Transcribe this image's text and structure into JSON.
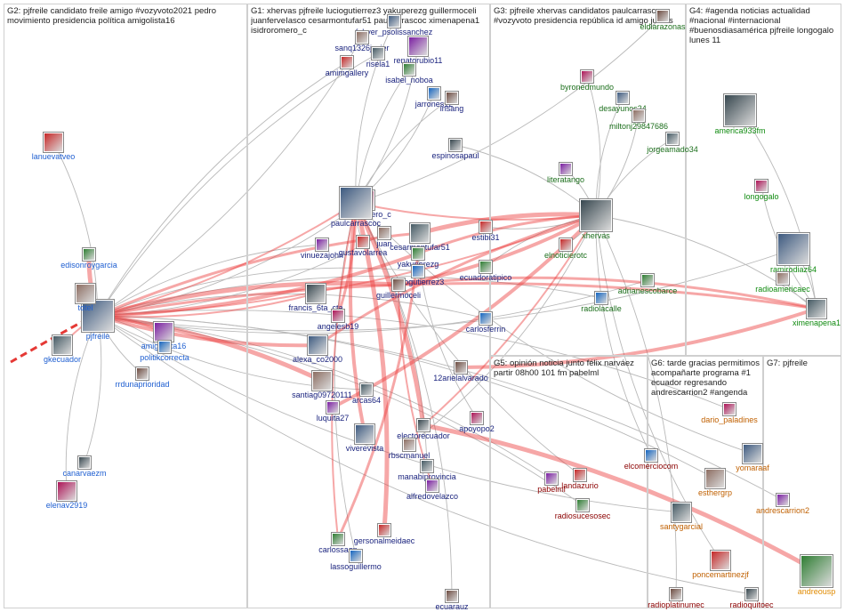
{
  "groups": [
    {
      "id": "G2",
      "label": "G2: pjfreile candidato freile amigo #vozyvoto2021 pedro movimiento presidencia política amigolista16",
      "color": "#1f5fd1"
    },
    {
      "id": "G1",
      "label": "G1: xhervas pjfreile luciogutierrez3 yakuperezg guillermoceli juanferveIasco cesarmontufar51 paulcarrascoc ximenapena1 isidroromero_c",
      "color": "#1a237e"
    },
    {
      "id": "G3",
      "label": "G3: pjfreile xhervas candidatos paulcarrascoc #vozyvoto presidencia república id amigo juntos",
      "color": "#1b6e1b"
    },
    {
      "id": "G4",
      "label": "G4: #agenda noticias actualidad #nacional #internacional #buenosdiasamérica pjfreile longogalo lunes 11",
      "color": "#0f8a0f"
    },
    {
      "id": "G5",
      "label": "G5: opinión noticia junto félix narváez partir 08h00 101 fm pabelml",
      "color": "#8b0000"
    },
    {
      "id": "G6",
      "label": "G6: tarde gracias permitimos acompañarte programa #1 ecuador regresando andrescarrion2 #angenda",
      "color": "#c06000"
    },
    {
      "id": "G7",
      "label": "G7: pjfreile",
      "color": "#e08a00"
    }
  ],
  "nodes": [
    {
      "id": "pjfreile",
      "label": "pjfreile",
      "group": "G2"
    },
    {
      "id": "totel",
      "label": "totel",
      "group": "G2"
    },
    {
      "id": "gkecuador",
      "label": "gkecuador",
      "group": "G2"
    },
    {
      "id": "amigolista16",
      "label": "amigolista16",
      "group": "G2"
    },
    {
      "id": "lanuevatveo",
      "label": "lanuevatveo",
      "group": "G2"
    },
    {
      "id": "edisonroygarcia",
      "label": "edisonroygarcia",
      "group": "G2"
    },
    {
      "id": "politikcorrecta",
      "label": "politikcorrecta",
      "group": "G2"
    },
    {
      "id": "rrdunaprioridad",
      "label": "rrdunaprioridad",
      "group": "G2"
    },
    {
      "id": "canarvaezm",
      "label": "canarvaezm",
      "group": "G2"
    },
    {
      "id": "elenav2919",
      "label": "elenav2919",
      "group": "G2"
    },
    {
      "id": "fabyer",
      "label": "fabyer_psolissanchez",
      "group": "G1"
    },
    {
      "id": "sanq1326javier",
      "label": "sanq1326javier",
      "group": "G1"
    },
    {
      "id": "risela1",
      "label": "risela1",
      "group": "G1"
    },
    {
      "id": "renatorubio11",
      "label": "renatorubio11",
      "group": "G1"
    },
    {
      "id": "amimgallery",
      "label": "amimgallery",
      "group": "G1"
    },
    {
      "id": "isabel_noboa",
      "label": "isabel_noboa",
      "group": "G1"
    },
    {
      "id": "jarrones12",
      "label": "jarrones12",
      "group": "G1"
    },
    {
      "id": "insang",
      "label": "insang",
      "group": "G1"
    },
    {
      "id": "espinosapaul",
      "label": "espinosapaul",
      "group": "G1"
    },
    {
      "id": "isidroromero_c",
      "label": "isidroromero_c",
      "group": "G1"
    },
    {
      "id": "paulcarrascoc",
      "label": "paulcarrascoc",
      "group": "G1"
    },
    {
      "id": "juanferveiasco",
      "label": "juan",
      "group": "G1"
    },
    {
      "id": "cesarmontufar51",
      "label": "cesarmontufar51",
      "group": "G1"
    },
    {
      "id": "vinuezajohn",
      "label": "vinuezajohn",
      "group": "G1"
    },
    {
      "id": "gustavolarrea",
      "label": "gustavolarrea",
      "group": "G1"
    },
    {
      "id": "yakuperezg",
      "label": "yakuperezg",
      "group": "G1"
    },
    {
      "id": "luciogutierrez3",
      "label": "luciogutierrez3",
      "group": "G1"
    },
    {
      "id": "guillermoceli",
      "label": "guillermoceli",
      "group": "G1"
    },
    {
      "id": "francis_6ta_cta",
      "label": "francis_6ta_cta",
      "group": "G1"
    },
    {
      "id": "angelesb19",
      "label": "angelesb19",
      "group": "G1"
    },
    {
      "id": "alexa_co2000",
      "label": "alexa_co2000",
      "group": "G1"
    },
    {
      "id": "santiag09720111",
      "label": "santiag09720111",
      "group": "G1"
    },
    {
      "id": "arcas64",
      "label": "arcas64",
      "group": "G1"
    },
    {
      "id": "luquita27",
      "label": "luquita27",
      "group": "G1"
    },
    {
      "id": "estibi31",
      "label": "estibi31",
      "group": "G1"
    },
    {
      "id": "ecuadoratipico",
      "label": "ecuadoratipico",
      "group": "G1"
    },
    {
      "id": "carlosferrin",
      "label": "carlosferrin",
      "group": "G1"
    },
    {
      "id": "12arielalvarado",
      "label": "12arielalvarado",
      "group": "G1"
    },
    {
      "id": "electorecuador",
      "label": "electorecuador",
      "group": "G1"
    },
    {
      "id": "apoyopo2",
      "label": "apoyopo2",
      "group": "G1"
    },
    {
      "id": "viverevista",
      "label": "viverevista",
      "group": "G1"
    },
    {
      "id": "rbscmanuel",
      "label": "rbscmanuel",
      "group": "G1"
    },
    {
      "id": "manabiprovincia",
      "label": "manabiprovincia",
      "group": "G1"
    },
    {
      "id": "alfredovelazco",
      "label": "alfredovelazco",
      "group": "G1"
    },
    {
      "id": "gersonalmeidaec",
      "label": "gersonalmeidaec",
      "group": "G1"
    },
    {
      "id": "carlossagnay",
      "label": "carlossagn",
      "group": "G1"
    },
    {
      "id": "lassoguillermo",
      "label": "lassoguillermo",
      "group": "G1"
    },
    {
      "id": "ecuarauz",
      "label": "ecuarauz",
      "group": "G1"
    },
    {
      "id": "xhervas",
      "label": "xhervas",
      "group": "G3"
    },
    {
      "id": "byronedmundo",
      "label": "byronedmundo",
      "group": "G3"
    },
    {
      "id": "desayunos24",
      "label": "desayunos24",
      "group": "G3"
    },
    {
      "id": "miltonj29847686",
      "label": "miltonj29847686",
      "group": "G3"
    },
    {
      "id": "jorgeamado34",
      "label": "jorgeamado34",
      "group": "G3"
    },
    {
      "id": "literatango",
      "label": "literatango",
      "group": "G3"
    },
    {
      "id": "elnoticierotc",
      "label": "elnoticierotc",
      "group": "G3"
    },
    {
      "id": "adrianescobarce",
      "label": "adrianescobarce",
      "group": "G3"
    },
    {
      "id": "radiolacalle",
      "label": "radiolacalle",
      "group": "G3"
    },
    {
      "id": "eldiarazonas",
      "label": "eldiarazonas",
      "group": "G3"
    },
    {
      "id": "america933fm",
      "label": "america933fm",
      "group": "G4"
    },
    {
      "id": "longogalo",
      "label": "longogalo",
      "group": "G4"
    },
    {
      "id": "ramirodiaz64",
      "label": "ramirodiaz64",
      "group": "G4"
    },
    {
      "id": "radioamericaec",
      "label": "radioamericaec",
      "group": "G4"
    },
    {
      "id": "ximenapena1",
      "label": "ximenapena1",
      "group": "G4"
    },
    {
      "id": "pabelml",
      "label": "pabelml",
      "group": "G5"
    },
    {
      "id": "landazurio",
      "label": "landazurio",
      "group": "G5"
    },
    {
      "id": "radiosucesosec",
      "label": "radiosucesosec",
      "group": "G5"
    },
    {
      "id": "elcomerciocom",
      "label": "elcomerciocom",
      "group": "G5"
    },
    {
      "id": "radioplatinumec",
      "label": "radioplatinumec",
      "group": "G5"
    },
    {
      "id": "radioquitoec",
      "label": "radioquitoec",
      "group": "G5"
    },
    {
      "id": "dario_paladines",
      "label": "dario_paladines",
      "group": "G6"
    },
    {
      "id": "yomaraaf",
      "label": "yomaraaf",
      "group": "G6"
    },
    {
      "id": "esthergrp",
      "label": "esthergrp",
      "group": "G6"
    },
    {
      "id": "santygarcial",
      "label": "santygarcial",
      "group": "G6"
    },
    {
      "id": "andrescarrion2",
      "label": "andrescarrion2",
      "group": "G6"
    },
    {
      "id": "poncemartinezjf",
      "label": "poncemartinezjf",
      "group": "G6"
    },
    {
      "id": "andreousp",
      "label": "andreousp",
      "group": "G7"
    }
  ],
  "strong_edges": [
    [
      "gkecuador",
      "pjfreile"
    ],
    [
      "amigolista16",
      "pjfreile"
    ],
    [
      "totel",
      "pjfreile"
    ],
    [
      "edisonroygarcia",
      "pjfreile"
    ],
    [
      "paulcarrascoc",
      "pjfreile"
    ],
    [
      "cesarmontufar51",
      "pjfreile"
    ],
    [
      "yakuperezg",
      "pjfreile"
    ],
    [
      "guillermoceli",
      "pjfreile"
    ],
    [
      "xhervas",
      "pjfreile"
    ],
    [
      "ximenapena1",
      "pjfreile"
    ],
    [
      "alexa_co2000",
      "pjfreile"
    ],
    [
      "santiag09720111",
      "pjfreile"
    ],
    [
      "xhervas",
      "paulcarrascoc"
    ],
    [
      "xhervas",
      "yakuperezg"
    ],
    [
      "xhervas",
      "guillermoceli"
    ],
    [
      "xhervas",
      "cesarmontufar51"
    ],
    [
      "xhervas",
      "electorecuador"
    ],
    [
      "xhervas",
      "alexa_co2000"
    ],
    [
      "xhervas",
      "luquita27"
    ],
    [
      "gersonalmeidaec",
      "paulcarrascoc"
    ],
    [
      "carlossagnay",
      "paulcarrascoc"
    ],
    [
      "carlossagnay",
      "yakuperezg"
    ],
    [
      "viverevista",
      "paulcarrascoc"
    ],
    [
      "electorecuador",
      "paulcarrascoc"
    ],
    [
      "alfredovelazco",
      "guillermoceli"
    ],
    [
      "ximenapena1",
      "guillermoceli"
    ],
    [
      "ximenapena1",
      "12arielalvarado"
    ],
    [
      "andreousp",
      "electorecuador"
    ],
    [
      "francis_6ta_cta",
      "pjfreile"
    ],
    [
      "angelesb19",
      "paulcarrascoc"
    ]
  ],
  "weak_edges": [
    [
      "lanuevatveo",
      "pjfreile"
    ],
    [
      "politikcorrecta",
      "pjfreile"
    ],
    [
      "rrdunaprioridad",
      "pjfreile"
    ],
    [
      "canarvaezm",
      "pjfreile"
    ],
    [
      "elenav2919",
      "pjfreile"
    ],
    [
      "isabel_noboa",
      "paulcarrascoc"
    ],
    [
      "renatorubio11",
      "paulcarrascoc"
    ],
    [
      "risela1",
      "pjfreile"
    ],
    [
      "sanq1326javier",
      "pjfreile"
    ],
    [
      "amimgallery",
      "pjfreile"
    ],
    [
      "jarrones12",
      "paulcarrascoc"
    ],
    [
      "insang",
      "paulcarrascoc"
    ],
    [
      "espinosapaul",
      "xhervas"
    ],
    [
      "estibi31",
      "xhervas"
    ],
    [
      "ecuadoratipico",
      "xhervas"
    ],
    [
      "carlosferrin",
      "pjfreile"
    ],
    [
      "byronedmundo",
      "xhervas"
    ],
    [
      "desayunos24",
      "xhervas"
    ],
    [
      "miltonj29847686",
      "xhervas"
    ],
    [
      "jorgeamado34",
      "xhervas"
    ],
    [
      "literatango",
      "xhervas"
    ],
    [
      "elnoticierotc",
      "xhervas"
    ],
    [
      "adrianescobarce",
      "pjfreile"
    ],
    [
      "radiolacalle",
      "pjfreile"
    ],
    [
      "america933fm",
      "ximenapena1"
    ],
    [
      "longogalo",
      "ximenapena1"
    ],
    [
      "ramirodiaz64",
      "ximenapena1"
    ],
    [
      "radioamericaec",
      "ximenapena1"
    ],
    [
      "eldiarazonas",
      "paulcarrascoc"
    ],
    [
      "pabelml",
      "pjfreile"
    ],
    [
      "landazurio",
      "paulcarrascoc"
    ],
    [
      "radiosucesosec",
      "pjfreile"
    ],
    [
      "elcomerciocom",
      "xhervas"
    ],
    [
      "radioplatinumec",
      "xhervas"
    ],
    [
      "radioquitoec",
      "pjfreile"
    ],
    [
      "dario_paladines",
      "pjfreile"
    ],
    [
      "yomaraaf",
      "paulcarrascoc"
    ],
    [
      "esthergrp",
      "pjfreile"
    ],
    [
      "santygarcial",
      "pjfreile"
    ],
    [
      "andrescarrion2",
      "pjfreile"
    ],
    [
      "poncemartinezjf",
      "xhervas"
    ],
    [
      "manabiprovincia",
      "paulcarrascoc"
    ],
    [
      "lassoguillermo",
      "paulcarrascoc"
    ],
    [
      "ecuarauz",
      "paulcarrascoc"
    ],
    [
      "arcas64",
      "pjfreile"
    ],
    [
      "rbscmanuel",
      "xhervas"
    ],
    [
      "apoyopo2",
      "yakuperezg"
    ],
    [
      "fabyer",
      "paulcarrascoc"
    ],
    [
      "isidroromero_c",
      "pjfreile"
    ],
    [
      "vinuezajohn",
      "pjfreile"
    ],
    [
      "gustavolarrea",
      "paulcarrascoc"
    ],
    [
      "luciogutierrez3",
      "pjfreile"
    ],
    [
      "juanferveiasco",
      "pjfreile"
    ],
    [
      "ximenapena1",
      "xhervas"
    ],
    [
      "ramirodiaz64",
      "pjfreile"
    ]
  ]
}
